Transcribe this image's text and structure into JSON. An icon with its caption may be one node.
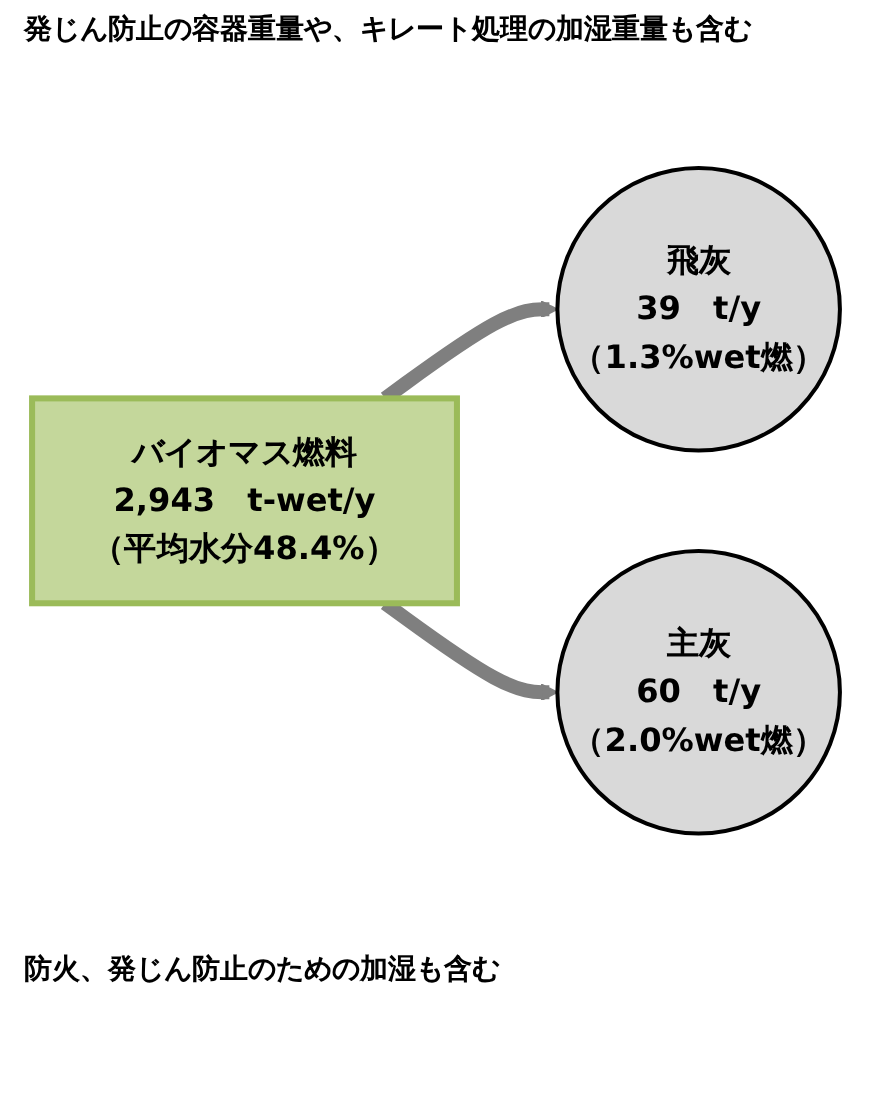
{
  "diagram": {
    "nodes": [
      {
        "text": [
          "バイオマス燃料",
          "2,943　t-wet/y",
          "（平均水分48.4%）"
        ]
      },
      {
        "text": [
          "飛灰",
          "39　t/y",
          "（1.3%wet燃）"
        ]
      },
      {
        "text": [
          "主灰",
          "60　t/y",
          "（2.0%wet燃）"
        ]
      }
    ],
    "edges": [
      {
        "from": 0,
        "to": 1,
        "arrow": "to"
      },
      {
        "from": 0,
        "to": 2,
        "arrow": "to"
      }
    ],
    "labels": [
      "発じん防止の容器重量や、キレート処理の加湿重量も含む",
      "防火、発じん防止のための加湿も含む"
    ]
  }
}
